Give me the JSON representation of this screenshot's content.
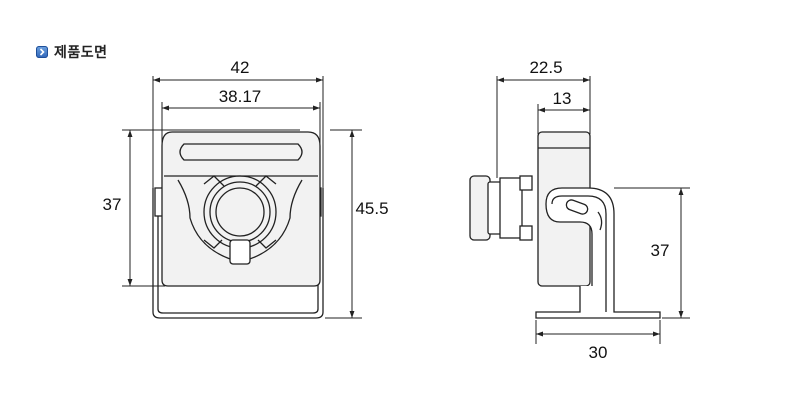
{
  "section": {
    "title": "제품도면",
    "icon": "chevron-right-icon"
  },
  "front_view": {
    "width_outer": "42",
    "width_inner": "38.17",
    "height_body": "37",
    "height_total": "45.5"
  },
  "side_view": {
    "depth_total": "22.5",
    "depth_body": "13",
    "height_mount": "37",
    "base_width": "30"
  },
  "colors": {
    "line": "#222222",
    "body_fill": "#f2f2f2",
    "bullet": "#3a6fc4"
  }
}
